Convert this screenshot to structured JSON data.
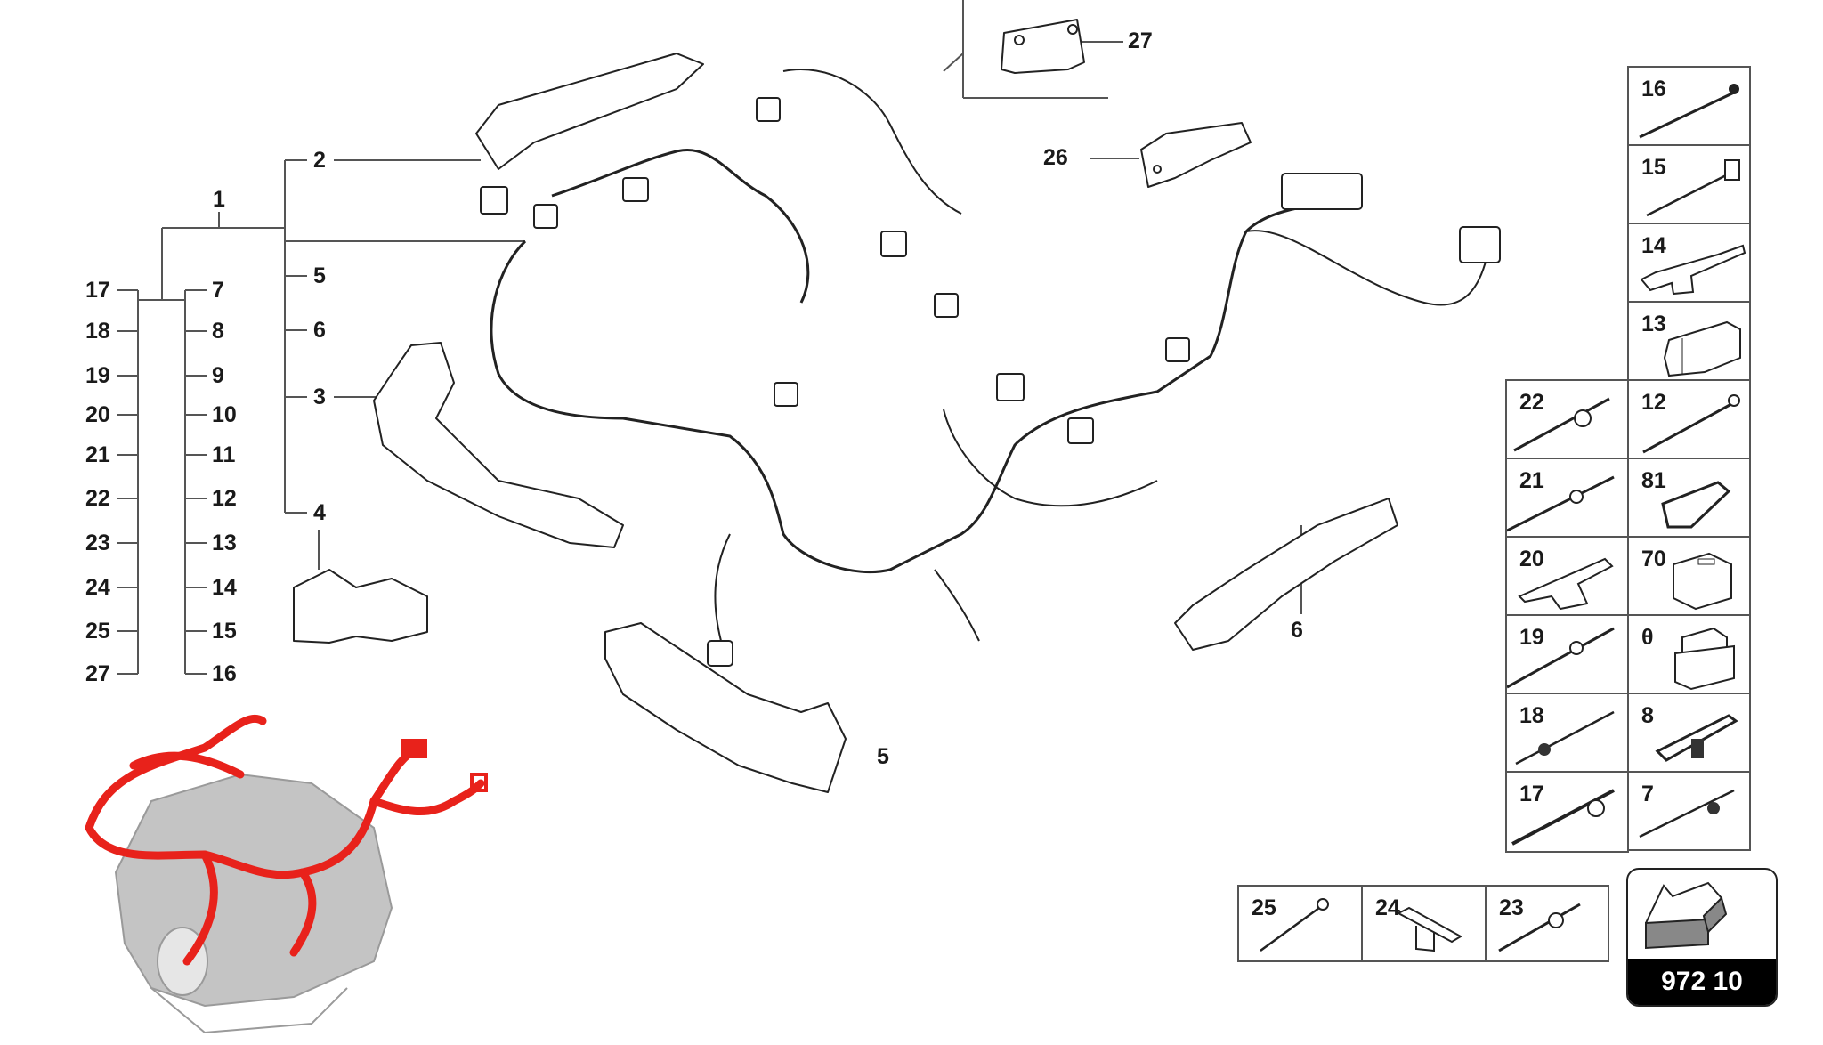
{
  "diagram": {
    "title_code": "972 10",
    "accent_color": "#e8221b",
    "line_color": "#555555",
    "tree": {
      "root": "1",
      "main_branch": [
        "2",
        "5",
        "6",
        "3",
        "4"
      ],
      "left_column": [
        "17",
        "18",
        "19",
        "20",
        "21",
        "22",
        "23",
        "24",
        "25",
        "27"
      ],
      "right_column": [
        "7",
        "8",
        "9",
        "10",
        "11",
        "12",
        "13",
        "14",
        "15",
        "16"
      ]
    },
    "callouts": [
      {
        "id": "2",
        "part": "harness-cover-top"
      },
      {
        "id": "3",
        "part": "harness-duct-left"
      },
      {
        "id": "4",
        "part": "harness-bracket"
      },
      {
        "id": "5",
        "part": "harness-duct-lower"
      },
      {
        "id": "6",
        "part": "harness-duct-right"
      },
      {
        "id": "26",
        "part": "bracket"
      },
      {
        "id": "27",
        "part": "cover-plate"
      }
    ],
    "fastener_grid": {
      "right_column": [
        {
          "label": "16",
          "icon": "cable-tie-icon"
        },
        {
          "label": "15",
          "icon": "cable-tie-clip-icon"
        },
        {
          "label": "14",
          "icon": "edge-clip-tie-icon"
        },
        {
          "label": "13",
          "icon": "connector-housing-icon"
        },
        {
          "label": "12",
          "icon": "cable-tie-clip-icon"
        },
        {
          "label": "81",
          "icon": "cable-holder-icon"
        },
        {
          "label": "70",
          "icon": "clip-block-icon"
        },
        {
          "label": "θ",
          "icon": "clip-block-stacked-icon"
        },
        {
          "label": "8",
          "icon": "fir-tree-clip-icon"
        },
        {
          "label": "7",
          "icon": "cable-tie-anchor-icon"
        }
      ],
      "left_column": [
        {
          "label": "22",
          "icon": "cable-tie-disc-icon"
        },
        {
          "label": "21",
          "icon": "cable-tie-disc-icon"
        },
        {
          "label": "20",
          "icon": "edge-clip-tie-icon"
        },
        {
          "label": "19",
          "icon": "cable-tie-disc-icon"
        },
        {
          "label": "18",
          "icon": "cable-tie-anchor-icon"
        },
        {
          "label": "17",
          "icon": "cable-tie-clip-icon"
        }
      ],
      "bottom_row": [
        {
          "label": "25",
          "icon": "cable-tie-icon"
        },
        {
          "label": "24",
          "icon": "edge-clip-icon"
        },
        {
          "label": "23",
          "icon": "cable-tie-disc-icon"
        }
      ]
    }
  }
}
